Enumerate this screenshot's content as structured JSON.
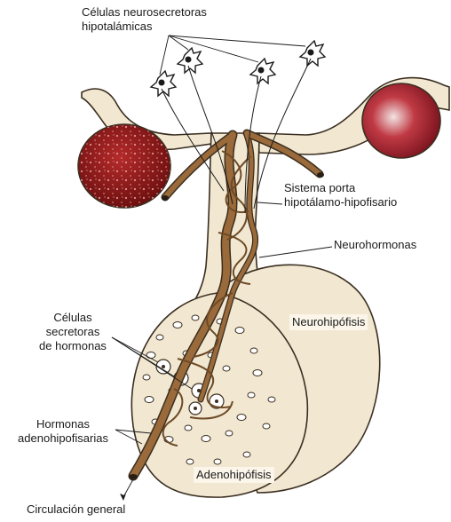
{
  "labels": {
    "neurosecretory_cells": "Células neurosecretoras hipotalámicas",
    "portal_system_line1": "Sistema porta",
    "portal_system_line2": "hipotálamo-hipofisario",
    "neurohormones": "Neurohormonas",
    "neurohypophysis": "Neurohipófisis",
    "secretory_cells_line1": "Células",
    "secretory_cells_line2": "secretoras",
    "secretory_cells_line3": "de hormonas",
    "adeno_hormones_line1": "Hormonas",
    "adeno_hormones_line2": "adenohipofisarias",
    "adenohypophysis": "Adenohipófisis",
    "general_circulation": "Circulación general"
  },
  "colors": {
    "tissue_fill": "#f2e8d2",
    "tissue_outline": "#3a2e20",
    "vessel_brown": "#9a6a3a",
    "dark_red_body": "#8c1c1c",
    "light_red_body": "#b02a34"
  }
}
